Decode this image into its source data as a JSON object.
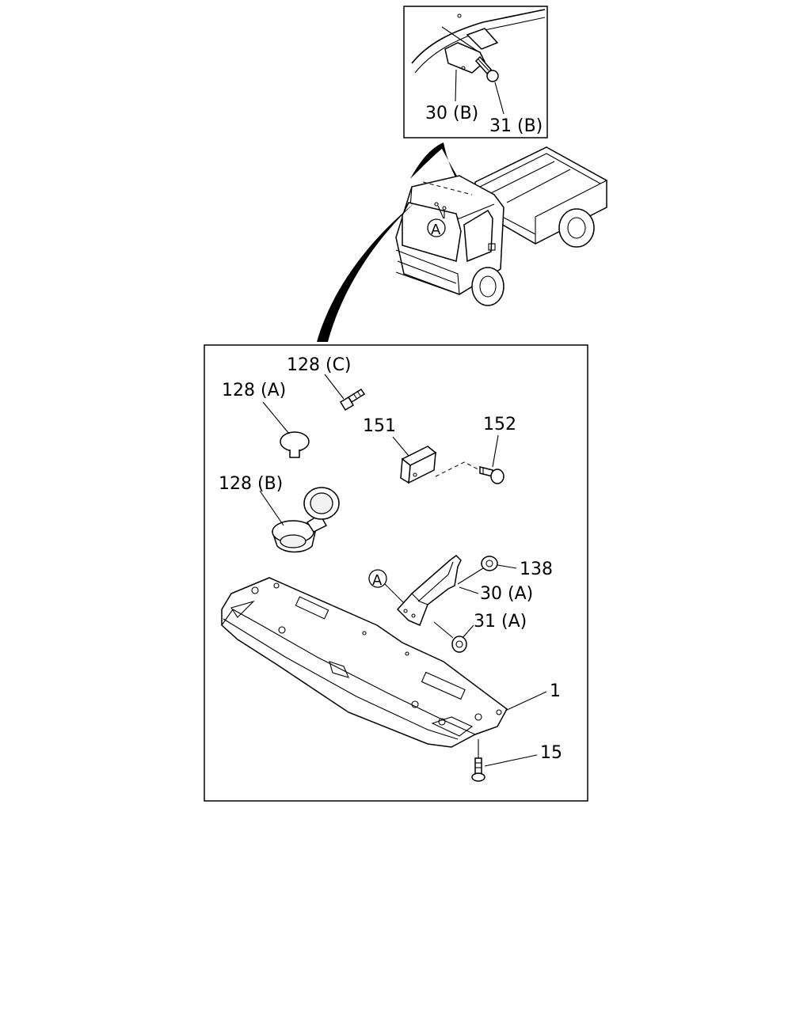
{
  "inset": {
    "labels": {
      "l30b": "30 (B)",
      "l31b": "31 (B)"
    }
  },
  "truck": {
    "marker": "A"
  },
  "main": {
    "labels": {
      "l128c": "128 (C)",
      "l128a": "128 (A)",
      "l128b": "128 (B)",
      "l151": "151",
      "l152": "152",
      "l138": "138",
      "l30a": "30 (A)",
      "l31a": "31 (A)",
      "l1": "1",
      "l15": "15"
    },
    "marker": "A"
  }
}
